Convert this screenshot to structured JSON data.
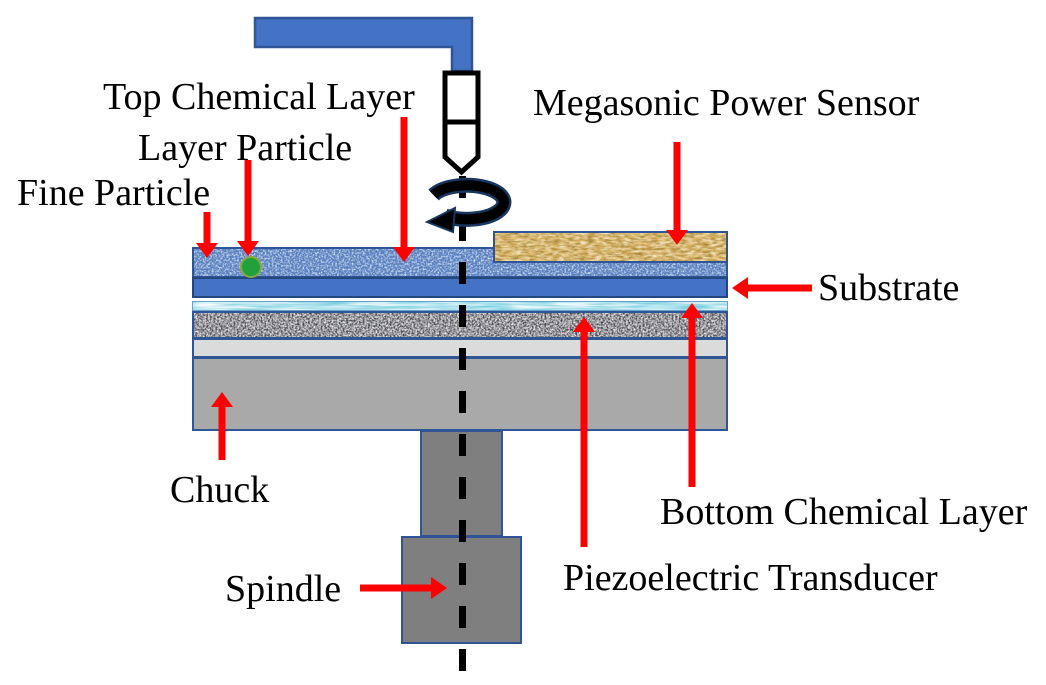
{
  "labels": {
    "top_chemical_layer": "Top Chemical Layer",
    "layer_particle": "Layer Particle",
    "fine_particle": "Fine Particle",
    "megasonic_power_sensor": "Megasonic Power Sensor",
    "substrate": "Substrate",
    "chuck": "Chuck",
    "spindle": "Spindle",
    "bottom_chemical_layer": "Bottom Chemical Layer",
    "piezoelectric_transducer": "Piezoelectric Transducer"
  },
  "colors": {
    "annotation_arrow_red": "#FF0000",
    "pipe_blue": "#4472C4",
    "substrate_blue": "#4472C4",
    "outline_navy": "#2F5597",
    "top_chemical_blue": "#5C80C6",
    "bottom_chemical_cyan": "#BFE8F0",
    "sensor_tan": "#DCB66A",
    "transducer_gray_speckle": "#ECECEC",
    "plate_light_gray": "#DBDBDB",
    "chuck_gray": "#A9A9A9",
    "spindle_gray": "#7F7F7F",
    "particle_green": "#21A13C",
    "text_black": "#000000"
  }
}
